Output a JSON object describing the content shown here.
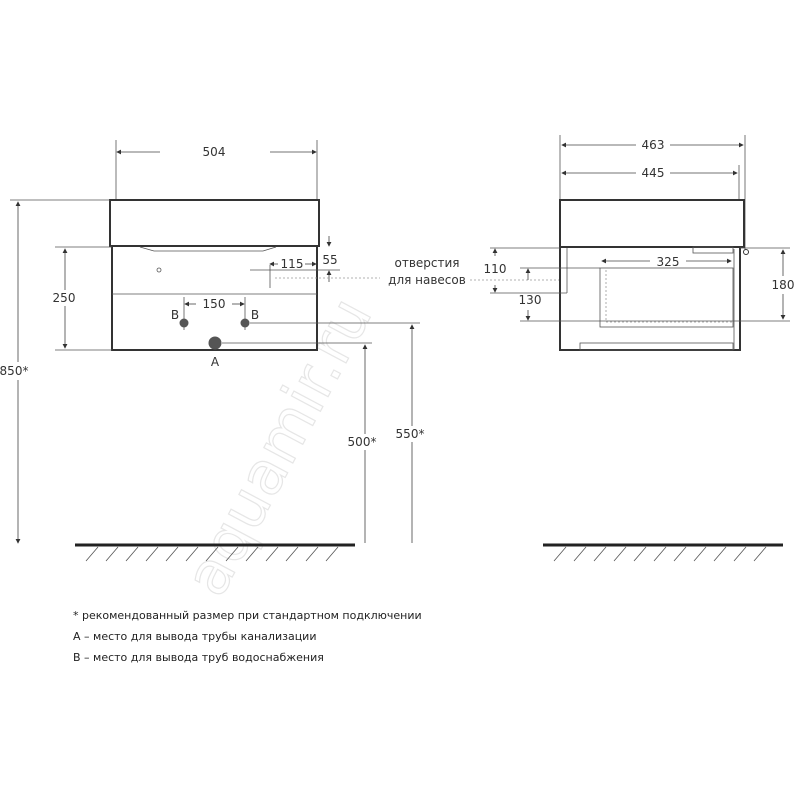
{
  "front_view": {
    "width_label": "504",
    "drawer_height_label": "250",
    "total_height_label": "850*",
    "pipe_spacing_label": "150",
    "hole_offset_x_label": "115",
    "hole_offset_y_label": "55",
    "supply_label_left": "B",
    "supply_label_right": "B",
    "drain_label": "A",
    "drain_height_label": "500*",
    "supply_height_label": "550*"
  },
  "hanging_holes": {
    "line1": "отверстия",
    "line2": "для навесов"
  },
  "side_view": {
    "top_depth_label": "463",
    "body_depth_label": "445",
    "drawer_depth_label": "325",
    "drawer_height_label": "180",
    "offset_110_label": "110",
    "offset_130_label": "130"
  },
  "watermark": "aquamir.ru",
  "notes": [
    "* рекомендованный размер при стандартном подключении",
    "A – место для вывода трубы канализации",
    "B – место для вывода труб водоснабжения"
  ]
}
